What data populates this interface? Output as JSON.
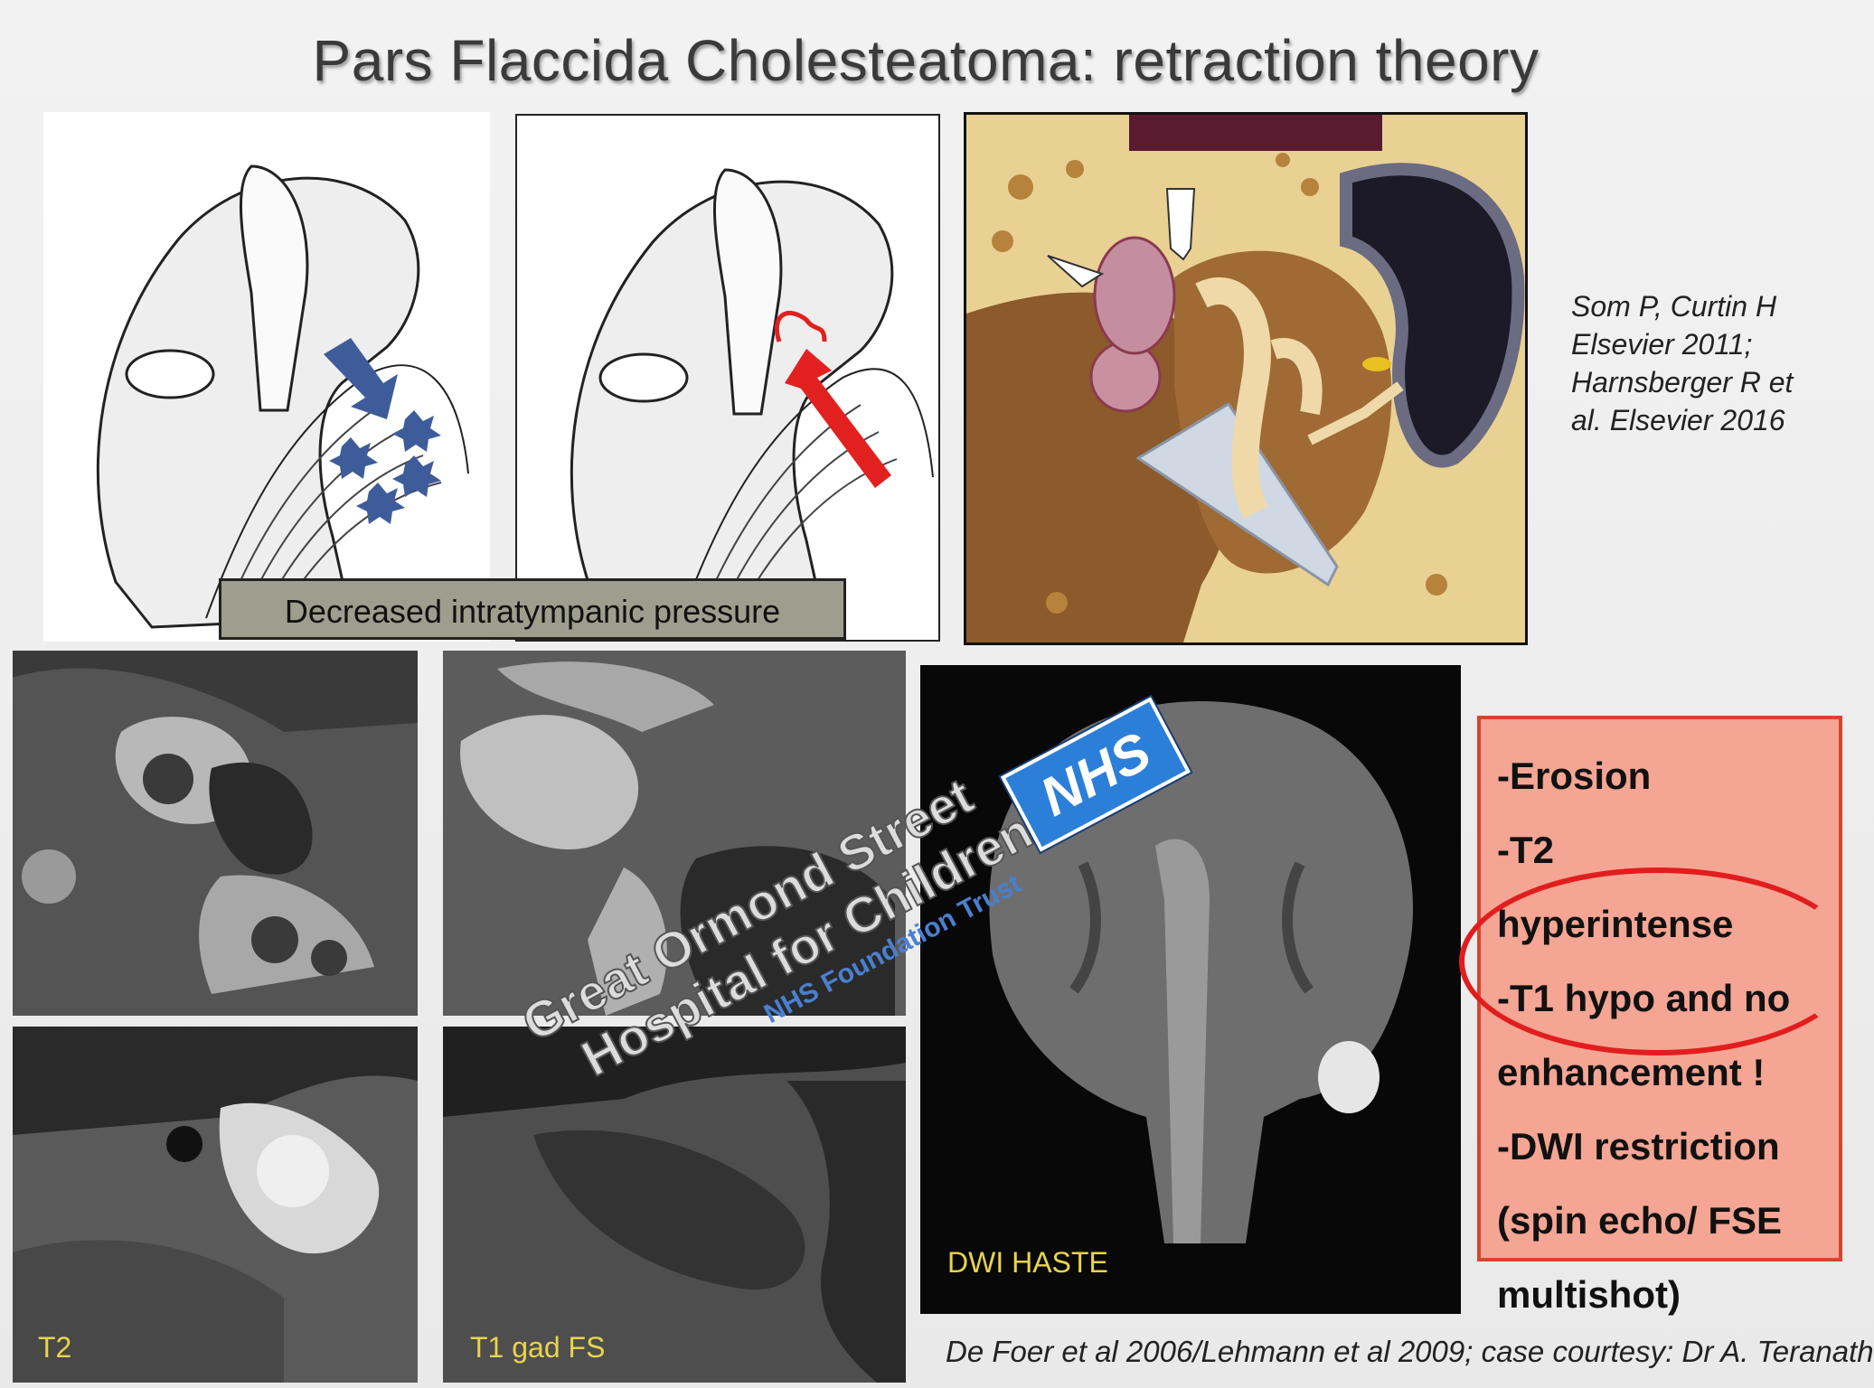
{
  "title": "Pars Flaccida Cholesteatoma: retraction theory",
  "diagram_caption": "Decreased intratympanic pressure",
  "reference_top": [
    "Som P, Curtin H",
    "Elsevier 2011;",
    "Harnsberger R et",
    "al. Elsevier 2016"
  ],
  "scan_labels": {
    "t2": "T2",
    "t1": "T1 gad FS",
    "dwi": "DWI HASTE"
  },
  "watermark": {
    "line1": "Great Ormond Street",
    "line2": "Hospital for Children",
    "line3": "NHS Foundation Trust",
    "badge": "NHS"
  },
  "findings": [
    "-Erosion",
    "-T2",
    "hyperintense",
    "-T1 hypo and no",
    "enhancement !",
    "-DWI restriction",
    "(spin echo/ FSE",
    "multishot)"
  ],
  "reference_bottom": "De Foer et al 2006/Lehmann et al 2009; case courtesy: Dr A. Teranath",
  "colors": {
    "findings_bg": "#f4a593",
    "findings_border": "#d6452e",
    "arrow_blue": "#3f5c9a",
    "arrow_red": "#e32020",
    "scan_label": "#e8d44d"
  },
  "icons": {
    "diagram1_arrow": "blue-arrow-icon",
    "diagram2_arrow": "red-arrow-icon",
    "bursts": "blue-burst-icon"
  }
}
